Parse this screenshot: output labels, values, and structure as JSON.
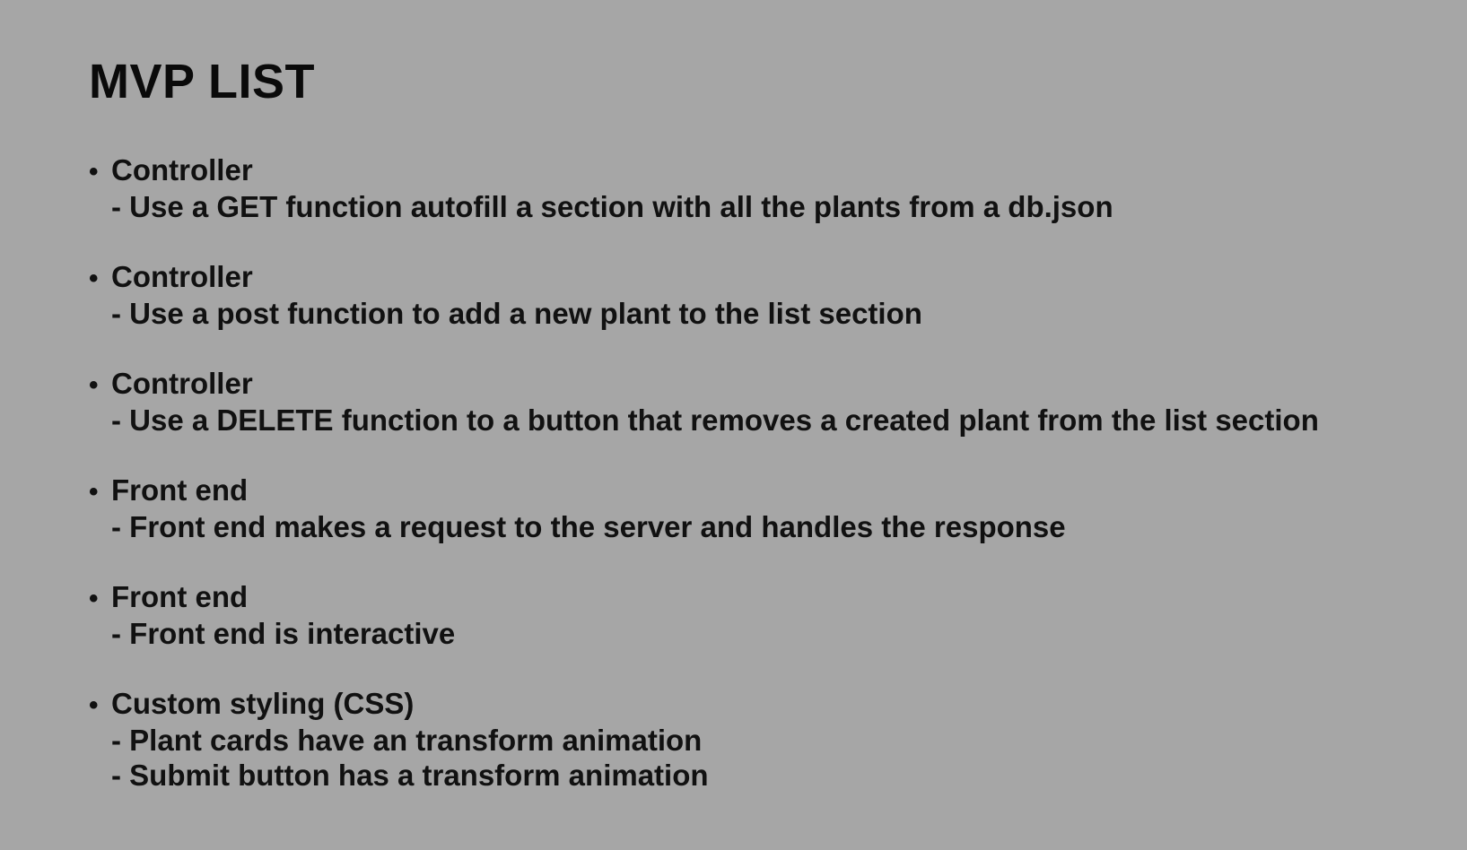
{
  "title": "MVP LIST",
  "items": [
    {
      "heading": "Controller",
      "details": [
        "- Use a GET function autofill a section with all the plants from a db.json"
      ]
    },
    {
      "heading": "Controller",
      "details": [
        "- Use a post function to add a new plant to the list section"
      ]
    },
    {
      "heading": "Controller",
      "details": [
        "- Use a DELETE function to a button that removes a created plant from the list section"
      ]
    },
    {
      "heading": "Front end",
      "details": [
        "- Front end makes a request to the server and handles the response"
      ]
    },
    {
      "heading": "Front end",
      "details": [
        "- Front end is interactive"
      ]
    },
    {
      "heading": "Custom styling (CSS)",
      "details": [
        "- Plant cards have an transform animation",
        "- Submit button has a transform animation"
      ]
    }
  ]
}
